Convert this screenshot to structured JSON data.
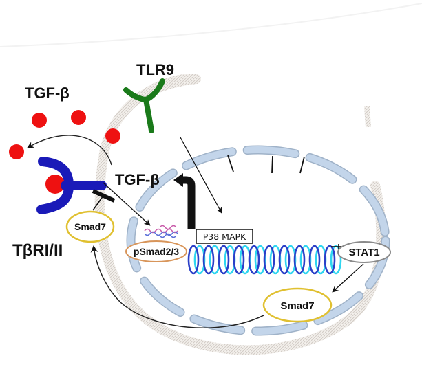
{
  "title": "TLR9 - p38 MAPK - STAT1 - Smad7 regulation of TGF-beta signaling",
  "labels": {
    "tlr9": "TLR9",
    "tgfb_ligand": "TGF-β",
    "tgfb_product": "TGF-β",
    "receptor": "TβRI/II",
    "smad7_cytoplasm": "Smad7",
    "psmad": "pSmad2/3",
    "p38": "P38 MAPK",
    "stat1": "STAT1",
    "smad7_nucleus": "Smad7"
  },
  "colors": {
    "tgfb_dots": "#ee1111",
    "tlr9": "#1a7a1a",
    "receptor": "#1a1ab8",
    "nuclear_envelope": "#c3d5ea",
    "nuclear_envelope_edge": "#9fb2c8",
    "cell_membrane": "#ddd8d2",
    "smad7_ring": "#e0c030",
    "psmad_ring": "#d8955a",
    "stat1_ring": "#8a8a8a",
    "dna_dark": "#2b3fc8",
    "dna_light": "#2fd6f0",
    "mrna_pink": "#c858a8",
    "mrna_blue": "#5a6ed8"
  },
  "edges": [
    {
      "from": "TGF-β (nucleus output)",
      "to": "TGF-β ligands",
      "type": "arrow"
    },
    {
      "from": "TβRI/II",
      "to": "pSmad2/3",
      "type": "arrow"
    },
    {
      "from": "Smad7",
      "to": "TβRI/II",
      "type": "inhibition"
    },
    {
      "from": "TLR9",
      "to": "P38 MAPK",
      "type": "arrow"
    },
    {
      "from": "P38 MAPK",
      "to": "TGF-β",
      "type": "thick-arrow"
    },
    {
      "from": "STAT1",
      "to": "DNA",
      "type": "inhibition"
    },
    {
      "from": "STAT1",
      "to": "Smad7 (nucleus)",
      "type": "arrow"
    },
    {
      "from": "Smad7 (nucleus)",
      "to": "Smad7 (cytoplasm)",
      "type": "arrow"
    }
  ]
}
